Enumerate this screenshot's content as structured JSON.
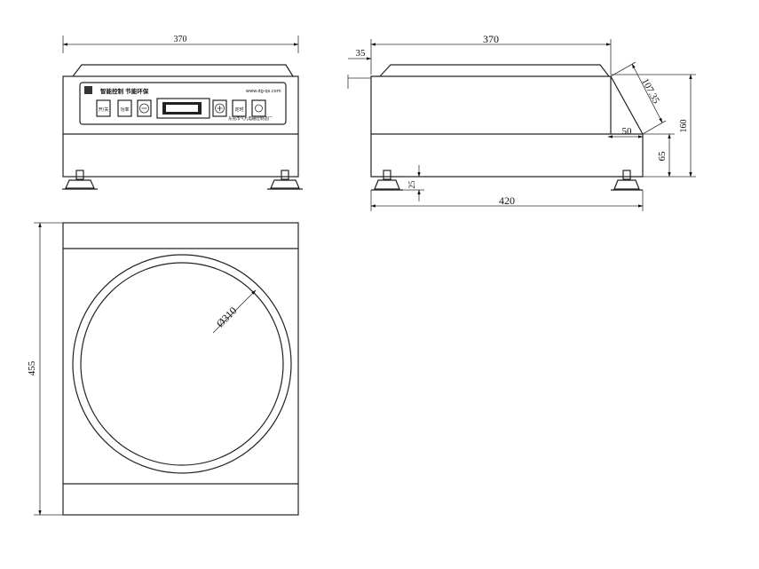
{
  "front_view": {
    "width_label": "370",
    "panel_brand_text": "智能控制 节能环保",
    "panel_url_text": "www.dg-qs.com",
    "panel_company_text": "东莞市气九电磁灶制造厂",
    "panel_buttons": [
      "开/关",
      "功率",
      "⊖",
      "⊕",
      "定时",
      "⏻"
    ]
  },
  "side_view": {
    "top_label": "370",
    "offset_label": "35",
    "slant_label": "107.35",
    "base_inset_label": "50",
    "height_label": "160",
    "lower_height_label": "65",
    "foot_height_label": "25",
    "overall_label": "420"
  },
  "top_view": {
    "depth_label": "455",
    "diameter_label": "Ø310"
  }
}
